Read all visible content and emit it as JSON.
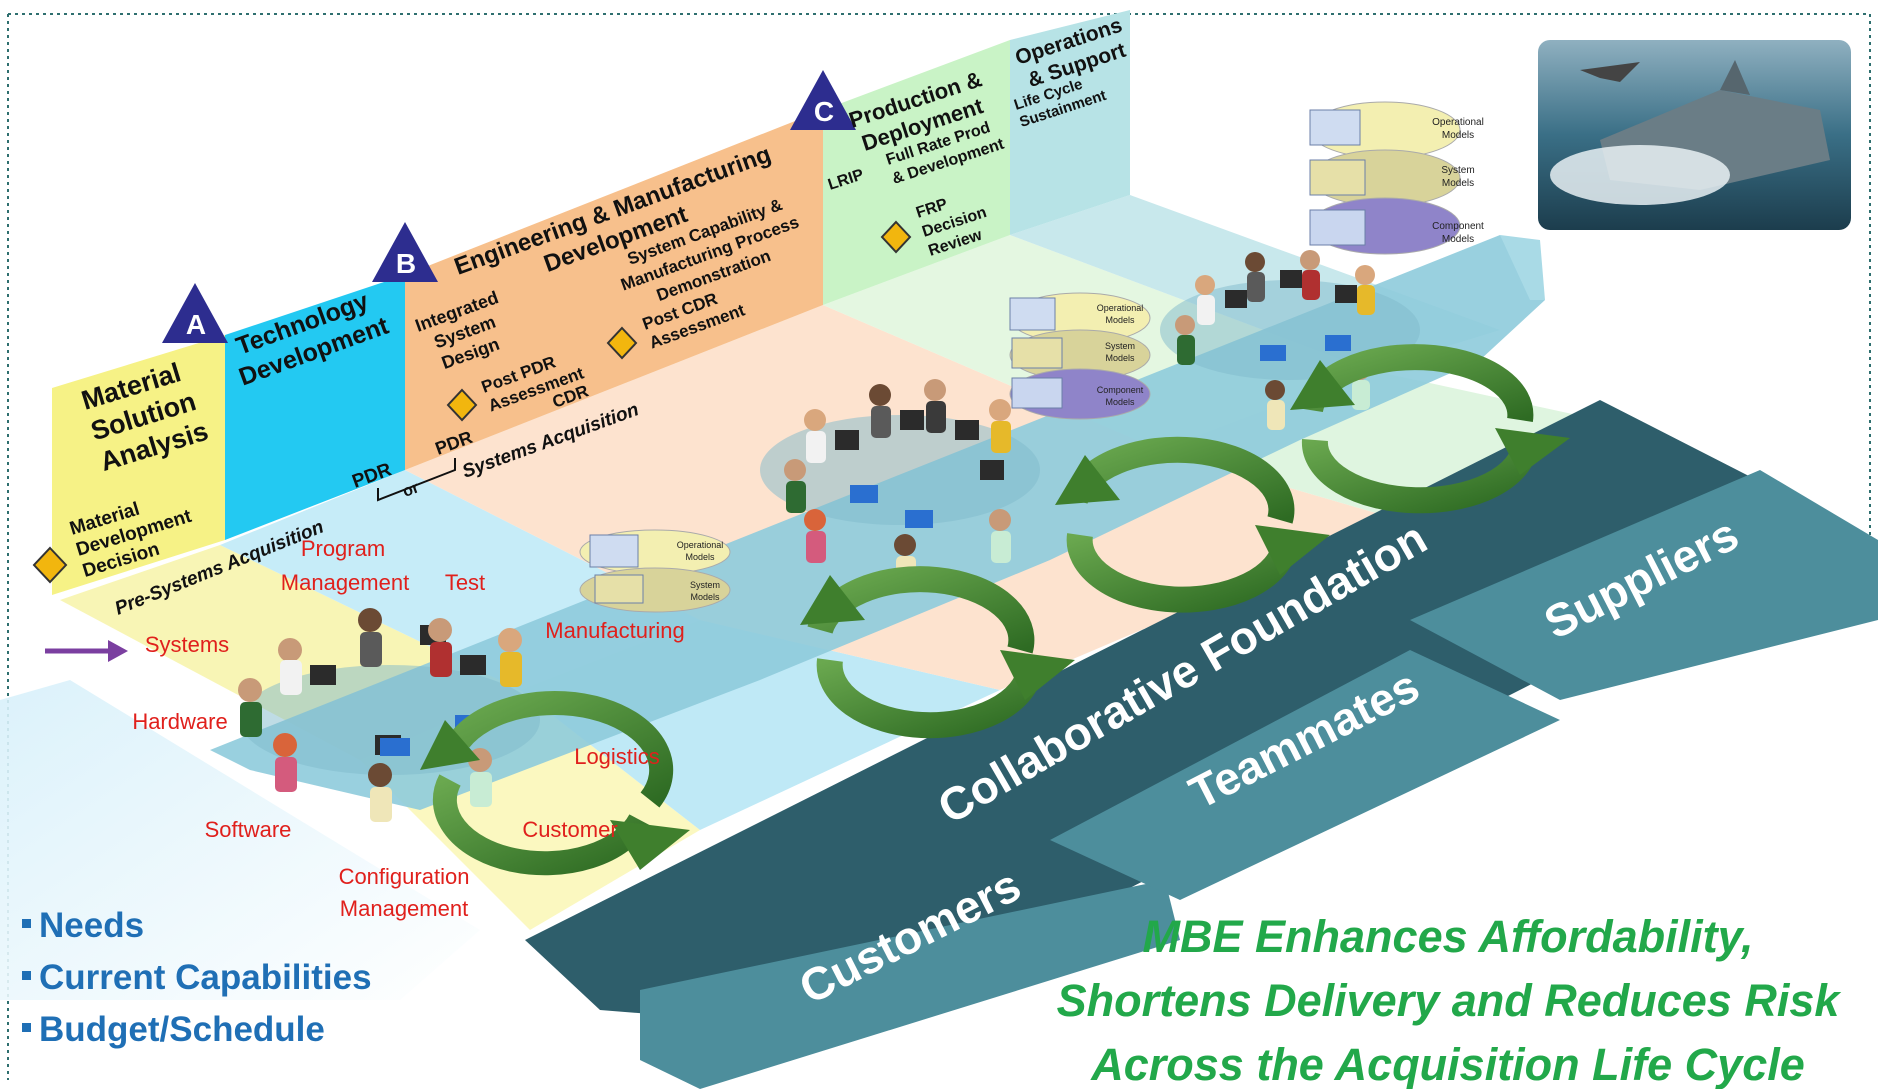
{
  "milestones": {
    "a": "A",
    "b": "B",
    "c": "C"
  },
  "phases": {
    "msa": [
      "Material",
      "Solution",
      "Analysis"
    ],
    "td": [
      "Technology",
      "Development"
    ],
    "emd": [
      "Engineering & Manufacturing",
      "Development"
    ],
    "emd_detail": [
      "System Capability &",
      "Manufacturing Process",
      "Demonstration"
    ],
    "emd_isd": [
      "Integrated",
      "System",
      "Design"
    ],
    "pd": [
      "Production &",
      "Deployment"
    ],
    "pd_lrip": "LRIP",
    "pd_frp": [
      "Full Rate Prod",
      "& Development"
    ],
    "os": [
      "Operations",
      "& Support"
    ],
    "os_detail": [
      "Life Cycle",
      "Sustainment"
    ]
  },
  "decisions": {
    "mdd": [
      "Material",
      "Development",
      "Decision"
    ],
    "post_pdr": [
      "Post PDR",
      "Assessment"
    ],
    "post_cdr": [
      "Post CDR",
      "Assessment"
    ],
    "frp": [
      "FRP",
      "Decision",
      "Review"
    ]
  },
  "reviews": {
    "pdr_td": "PDR",
    "or": "or",
    "pdr_emd": "PDR",
    "cdr": "CDR"
  },
  "acquisition": {
    "pre": "Pre-Systems Acquisition",
    "systems": "Systems Acquisition"
  },
  "roles": {
    "program": "Program",
    "management": "Management",
    "test": "Test",
    "systems": "Systems",
    "manufacturing": "Manufacturing",
    "hardware": "Hardware",
    "logistics": "Logistics",
    "software": "Software",
    "customer": "Customer",
    "config": "Configuration",
    "config2": "Management"
  },
  "models": {
    "operational": [
      "Operational",
      "Models"
    ],
    "system": [
      "System",
      "Models"
    ],
    "component": [
      "Component",
      "Models"
    ]
  },
  "foundation": {
    "collaborative": "Collaborative Foundation",
    "customers": "Customers",
    "teammates": "Teammates",
    "suppliers": "Suppliers"
  },
  "bullets": [
    "Needs",
    "Current Capabilities",
    "Budget/Schedule"
  ],
  "tagline": [
    "MBE Enhances Affordability,",
    "Shortens Delivery and Reduces Risk",
    "Across the Acquisition Life Cycle"
  ],
  "colors": {
    "msa": "#f6f286",
    "td": "#23c9f2",
    "emd": "#f7c08c",
    "pd": "#c9f3c6",
    "os": "#b7e3e6",
    "milestone": "#2d2d8f",
    "red_label": "#e0201c",
    "foundation_dark": "#2e5e6b",
    "foundation_mid": "#4d8e9c",
    "arrow_green": "#4a8a32",
    "bullet_blue": "#1f6fb5",
    "tagline_green": "#22a84a"
  }
}
